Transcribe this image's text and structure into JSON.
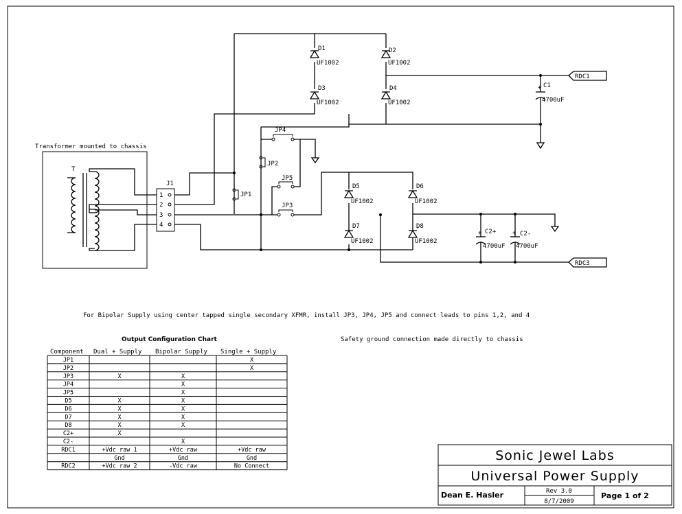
{
  "transformer": {
    "label": "Transformer mounted to chassis",
    "ref": "T"
  },
  "connector": {
    "ref": "J1",
    "pins": [
      "1",
      "2",
      "3",
      "4"
    ]
  },
  "jumpers": [
    {
      "id": "jp1",
      "ref": "JP1"
    },
    {
      "id": "jp2",
      "ref": "JP2"
    },
    {
      "id": "jp3",
      "ref": "JP3"
    },
    {
      "id": "jp4",
      "ref": "JP4"
    },
    {
      "id": "jp5",
      "ref": "JP5"
    }
  ],
  "diodes": [
    {
      "id": "d1",
      "ref": "D1",
      "part": "UF1002"
    },
    {
      "id": "d2",
      "ref": "D2",
      "part": "UF1002"
    },
    {
      "id": "d3",
      "ref": "D3",
      "part": "UF1002"
    },
    {
      "id": "d4",
      "ref": "D4",
      "part": "UF1002"
    },
    {
      "id": "d5",
      "ref": "D5",
      "part": "UF1002"
    },
    {
      "id": "d6",
      "ref": "D6",
      "part": "UF1002"
    },
    {
      "id": "d7",
      "ref": "D7",
      "part": "UF1002"
    },
    {
      "id": "d8",
      "ref": "D8",
      "part": "UF1002"
    }
  ],
  "capacitors": [
    {
      "id": "c1",
      "ref": "C1",
      "value": "4700uF"
    },
    {
      "id": "c2p",
      "ref": "C2+",
      "value": "4700uF"
    },
    {
      "id": "c2m",
      "ref": "C2-",
      "value": "4700uF"
    }
  ],
  "ports": [
    {
      "id": "rdc1",
      "label": "RDC1"
    },
    {
      "id": "rdc3",
      "label": "RDC3"
    }
  ],
  "notes": {
    "bipolar": "For Bipolar Supply using center tapped single secondary XFMR, install JP3, JP4, JP5 and connect leads to pins 1,2, and 4",
    "safety": "Safety ground connection made directly to chassis"
  },
  "config_chart": {
    "title": "Output Configuration Chart",
    "headers": [
      "Component",
      "Dual + Supply",
      "Bipolar Supply",
      "Single + Supply"
    ],
    "rows": [
      [
        "JP1",
        "",
        "",
        "X"
      ],
      [
        "JP2",
        "",
        "",
        "X"
      ],
      [
        "JP3",
        "X",
        "X",
        ""
      ],
      [
        "JP4",
        "",
        "X",
        ""
      ],
      [
        "JP5",
        "",
        "X",
        ""
      ],
      [
        "D5",
        "X",
        "X",
        ""
      ],
      [
        "D6",
        "X",
        "X",
        ""
      ],
      [
        "D7",
        "X",
        "X",
        ""
      ],
      [
        "D8",
        "X",
        "X",
        ""
      ],
      [
        "C2+",
        "X",
        "",
        ""
      ],
      [
        "C2-",
        "",
        "X",
        ""
      ],
      [
        "RDC1",
        "+Vdc raw 1",
        "+Vdc raw",
        "+Vdc raw"
      ],
      [
        "",
        "Gnd",
        "Gnd",
        "Gnd"
      ],
      [
        "RDC2",
        "+Vdc raw 2",
        "-Vdc raw",
        "No Connect"
      ]
    ]
  },
  "title_block": {
    "company": "Sonic Jewel Labs",
    "title": "Universal Power Supply",
    "author": "Dean E. Hasler",
    "rev": "Rev 3.0",
    "date": "8/7/2009",
    "page": "Page 1 of 2"
  }
}
